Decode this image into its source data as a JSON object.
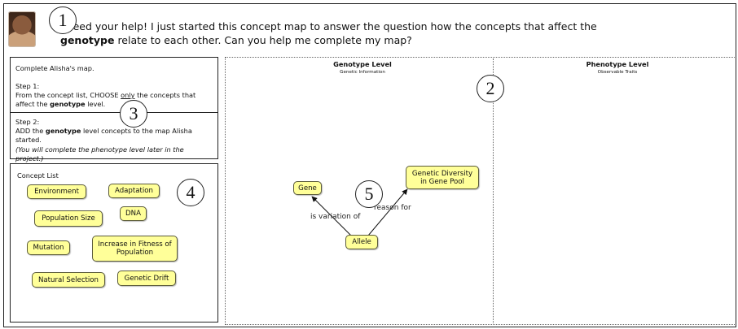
{
  "intro": {
    "text_before": "I need your help! I just started this concept map to answer the question how the concepts that affect the ",
    "bold": "genotype",
    "text_after": " relate to each other. Can you help me complete my map?"
  },
  "callouts": [
    "1",
    "2",
    "3",
    "4",
    "5"
  ],
  "steps": {
    "title": "Complete Alisha's map.",
    "step1_label": "Step 1:",
    "step1_text_before": "From the concept list, CHOOSE ",
    "step1_underline": "only",
    "step1_text_mid": " the concepts that affect the ",
    "step1_bold": "genotype",
    "step1_text_after": " level.",
    "step2_label": "Step 2:",
    "step2_text_before": "ADD the ",
    "step2_bold": "genotype",
    "step2_text_after": " level concepts to the map Alisha started.",
    "step2_note": "(You will complete the phenotype level later in the project.)"
  },
  "concept_list": {
    "title": "Concept List",
    "items": [
      "Environment",
      "Adaptation",
      "Population Size",
      "DNA",
      "Mutation",
      "Increase in Fitness of Population",
      "Natural Selection",
      "Genetic Drift"
    ]
  },
  "map": {
    "genotype_title": "Genotype Level",
    "genotype_subtitle": "Genetic Information",
    "phenotype_title": "Phenotype Level",
    "phenotype_subtitle": "Observable Traits",
    "nodes": {
      "gene": "Gene",
      "genetic_diversity": "Genetic Diversity in Gene Pool",
      "allele": "Allele"
    },
    "edges": {
      "is_variation_of": "is variation of",
      "reason_for": "reason for"
    }
  },
  "colors": {
    "concept_fill": "#ffff99",
    "border": "#222222"
  }
}
